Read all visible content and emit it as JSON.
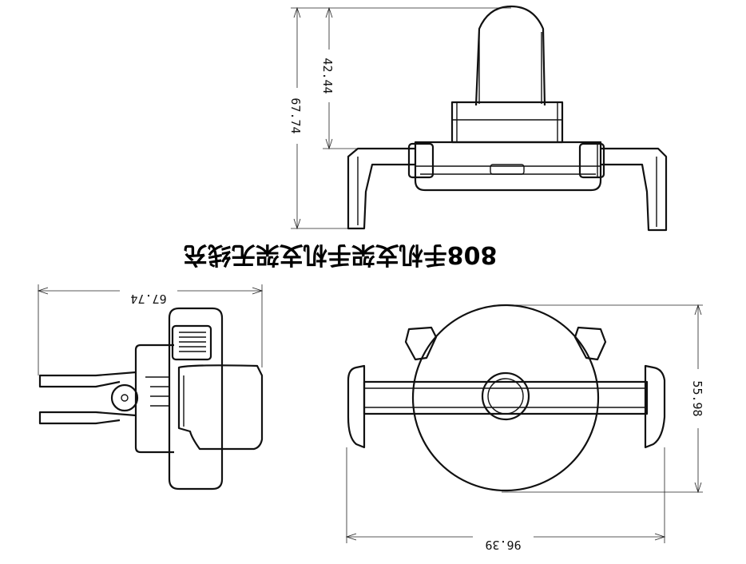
{
  "title": "808手机支架手机支架无线充",
  "dimensions": {
    "top_view_height_total": "67.74",
    "top_view_height_head": "42.44",
    "side_view_width": "67.74",
    "front_view_height": "55.98",
    "front_view_width": "96.39"
  }
}
